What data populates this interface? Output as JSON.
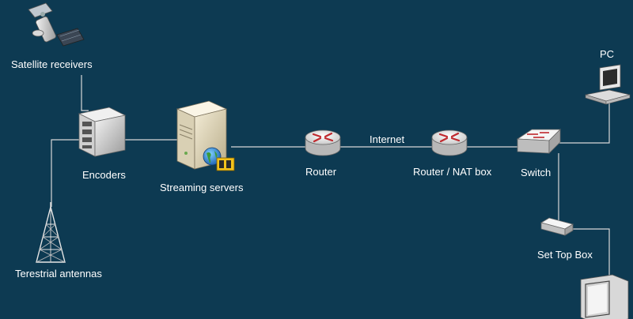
{
  "diagram": {
    "nodes": {
      "satellite": {
        "label": "Satellite receivers",
        "icon": "satellite-icon"
      },
      "antenna": {
        "label": "Terestrial antennas",
        "icon": "antenna-tower-icon"
      },
      "encoders": {
        "label": "Encoders",
        "icon": "server-rack-icon"
      },
      "streaming": {
        "label": "Streaming servers",
        "icon": "streaming-server-icon"
      },
      "router": {
        "label": "Router",
        "icon": "router-icon"
      },
      "router_nat": {
        "label": "Router / NAT box",
        "icon": "router-icon"
      },
      "switch": {
        "label": "Switch",
        "icon": "network-switch-icon"
      },
      "pc": {
        "label": "PC",
        "icon": "desktop-pc-icon"
      },
      "settop": {
        "label": "Set Top Box",
        "icon": "set-top-box-icon"
      },
      "tv": {
        "label": "",
        "icon": "television-icon"
      }
    },
    "link_labels": {
      "internet": "Internet"
    },
    "colors": {
      "background": "#0d3a52",
      "line": "#d8d8d8",
      "text": "#ffffff"
    }
  }
}
